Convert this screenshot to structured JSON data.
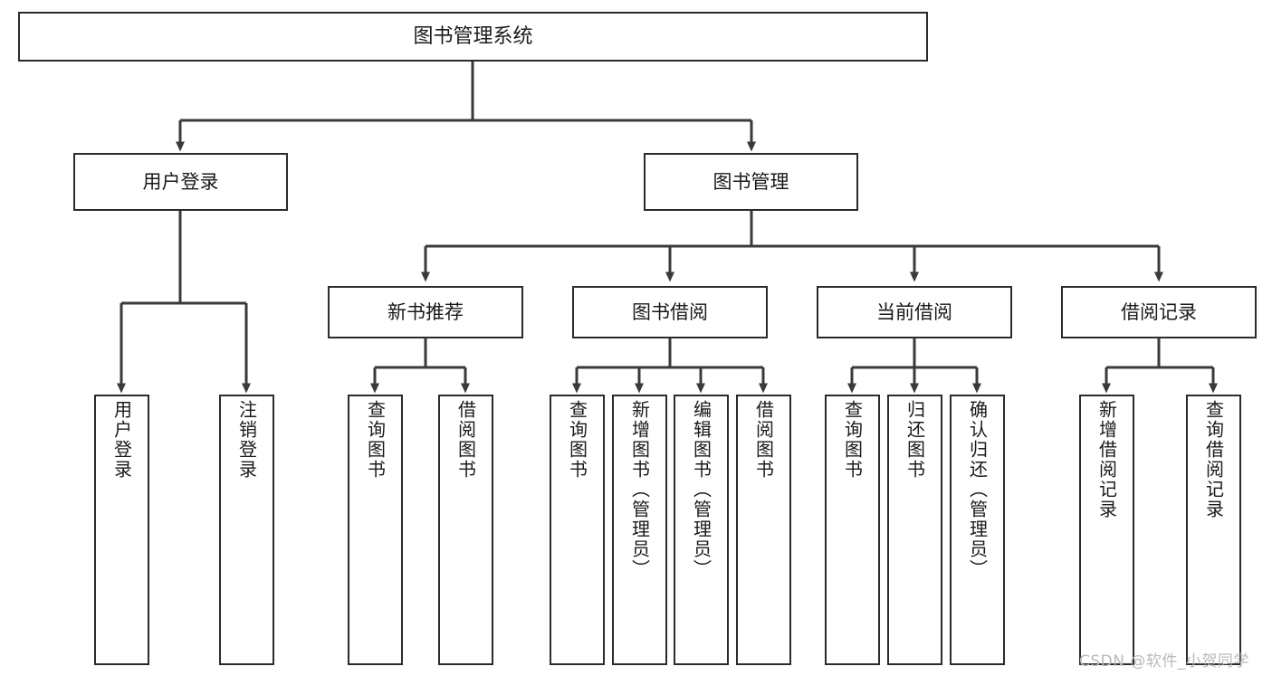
{
  "diagram": {
    "title": "图书管理系统",
    "type": "tree",
    "root": {
      "id": "root",
      "label": "图书管理系统",
      "text_orientation": "horizontal"
    },
    "level2": [
      {
        "id": "user-login",
        "label": "用户登录",
        "text_orientation": "horizontal"
      },
      {
        "id": "book-management",
        "label": "图书管理",
        "text_orientation": "horizontal"
      }
    ],
    "level3": [
      {
        "id": "new-book-recommend",
        "label": "新书推荐",
        "parent": "book-management",
        "text_orientation": "horizontal"
      },
      {
        "id": "book-borrow",
        "label": "图书借阅",
        "parent": "book-management",
        "text_orientation": "horizontal"
      },
      {
        "id": "current-borrow",
        "label": "当前借阅",
        "parent": "book-management",
        "text_orientation": "horizontal"
      },
      {
        "id": "borrow-record",
        "label": "借阅记录",
        "parent": "book-management",
        "text_orientation": "horizontal"
      }
    ],
    "leaves": [
      {
        "id": "leaf-user-login",
        "label": "用户登录",
        "parent": "user-login",
        "text_orientation": "vertical"
      },
      {
        "id": "leaf-user-logout",
        "label": "注销登录",
        "parent": "user-login",
        "text_orientation": "vertical"
      },
      {
        "id": "leaf-query-book-1",
        "label": "查询图书",
        "parent": "new-book-recommend",
        "text_orientation": "vertical"
      },
      {
        "id": "leaf-borrow-book-1",
        "label": "借阅图书",
        "parent": "new-book-recommend",
        "text_orientation": "vertical"
      },
      {
        "id": "leaf-query-book-2",
        "label": "查询图书",
        "parent": "book-borrow",
        "text_orientation": "vertical"
      },
      {
        "id": "leaf-add-book",
        "label": "新增图书（管理员）",
        "parent": "book-borrow",
        "text_orientation": "vertical"
      },
      {
        "id": "leaf-edit-book",
        "label": "编辑图书（管理员）",
        "parent": "book-borrow",
        "text_orientation": "vertical"
      },
      {
        "id": "leaf-borrow-book-2",
        "label": "借阅图书",
        "parent": "book-borrow",
        "text_orientation": "vertical"
      },
      {
        "id": "leaf-query-book-3",
        "label": "查询图书",
        "parent": "current-borrow",
        "text_orientation": "vertical"
      },
      {
        "id": "leaf-return-book",
        "label": "归还图书",
        "parent": "current-borrow",
        "text_orientation": "vertical"
      },
      {
        "id": "leaf-confirm-return",
        "label": "确认归还（管理员）",
        "parent": "current-borrow",
        "text_orientation": "vertical"
      },
      {
        "id": "leaf-add-record",
        "label": "新增借阅记录",
        "parent": "borrow-record",
        "text_orientation": "vertical"
      },
      {
        "id": "leaf-query-record",
        "label": "查询借阅记录",
        "parent": "borrow-record",
        "text_orientation": "vertical"
      }
    ]
  },
  "watermark": {
    "text": "CSDN @软件_小贺同学"
  },
  "colors": {
    "box_border": "#2b2b2b",
    "box_fill": "#ffffff",
    "connector": "#3a3a3a",
    "text": "#1a1a1a",
    "watermark": "#b9b9b9",
    "background": "#ffffff"
  }
}
